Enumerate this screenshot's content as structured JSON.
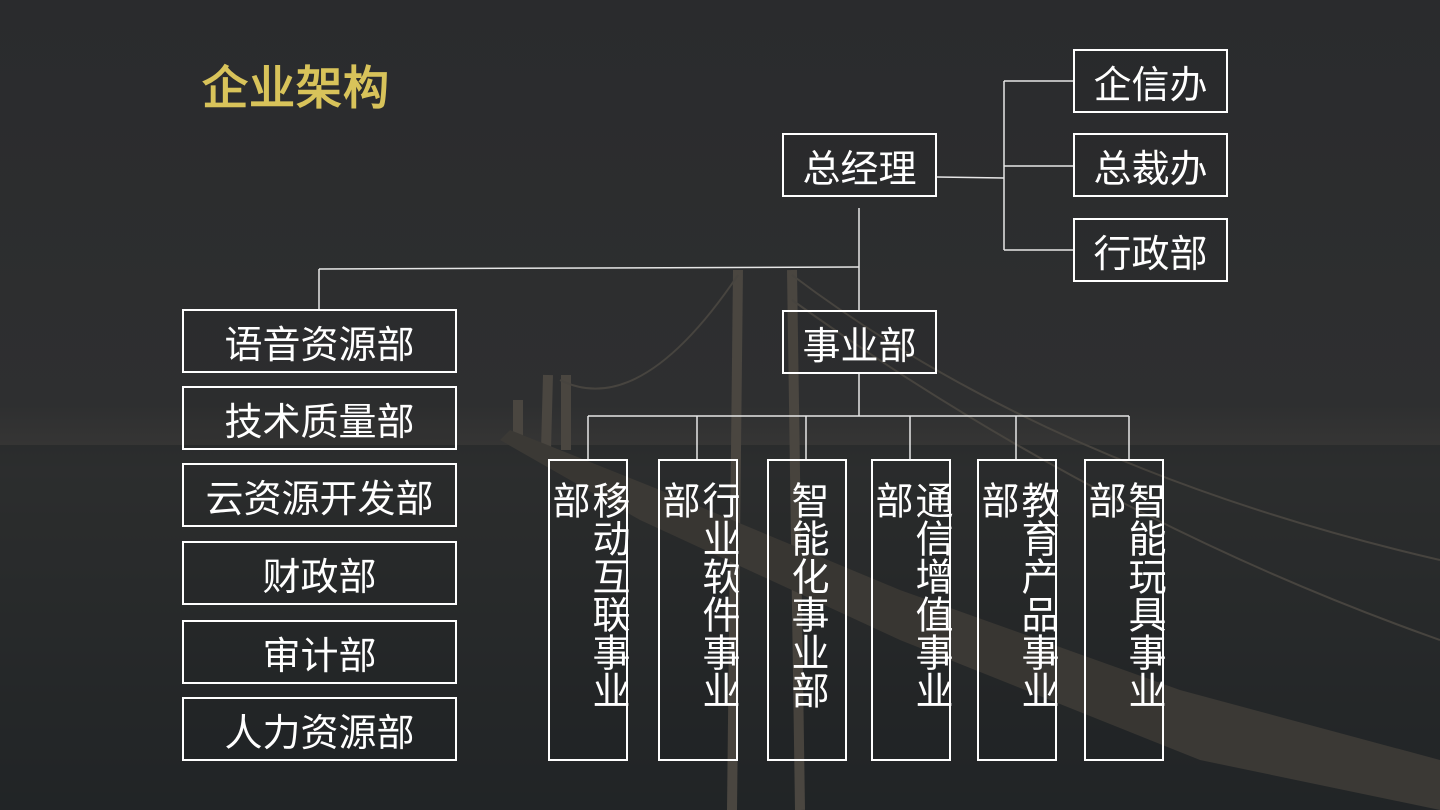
{
  "title": "企业架构",
  "root": "总经理",
  "offices": [
    "企信办",
    "总裁办",
    "行政部"
  ],
  "business_unit": "事业部",
  "departments": [
    "语音资源部",
    "技术质量部",
    "云资源开发部",
    "财政部",
    "审计部",
    "人力资源部"
  ],
  "divisions": [
    "移动互联事业部",
    "行业软件事业部",
    "智能化事业部",
    "通信增值事业部",
    "教育产品事业部",
    "智能玩具事业部"
  ],
  "colors": {
    "title": "#d8c35a",
    "box_border": "#ffffff",
    "background": "#27292b"
  }
}
